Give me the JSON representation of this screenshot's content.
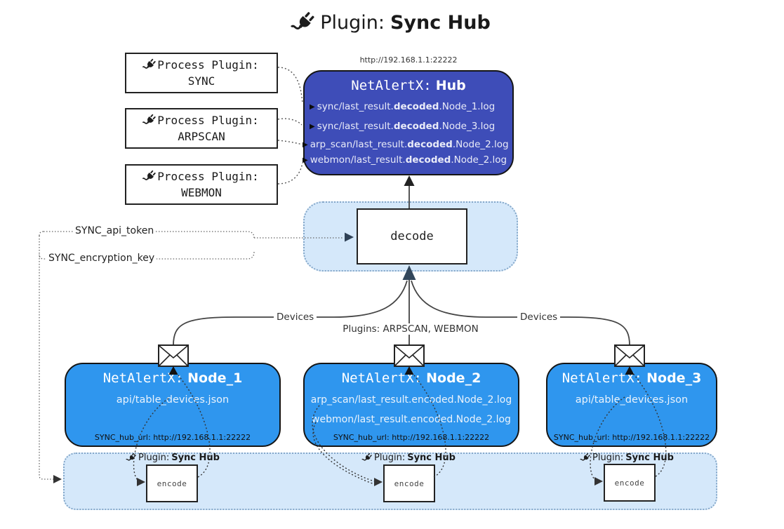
{
  "title": {
    "prefix": "Plugin:",
    "name": "Sync Hub"
  },
  "hub": {
    "url": "http://192.168.1.1:22222",
    "title_prefix": "NetAlertX:",
    "title_name": "Hub",
    "logs": [
      {
        "pre": "sync/last_result.",
        "bold": "decoded",
        "post": ".Node_1.log"
      },
      {
        "pre": "sync/last_result.",
        "bold": "decoded",
        "post": ".Node_3.log"
      },
      {
        "pre": "arp_scan/last_result.",
        "bold": "decoded",
        "post": ".Node_2.log"
      },
      {
        "pre": "webmon/last_result.",
        "bold": "decoded",
        "post": ".Node_2.log"
      }
    ]
  },
  "process_plugins": [
    {
      "label": "Process Plugin:",
      "name": "SYNC"
    },
    {
      "label": "Process Plugin:",
      "name": "ARPSCAN"
    },
    {
      "label": "Process Plugin:",
      "name": "WEBMON"
    }
  ],
  "decode": {
    "label": "decode"
  },
  "tokens": {
    "api_token": "SYNC_api_token",
    "encryption_key": "SYNC_encryption_key"
  },
  "edges": {
    "devices_left": "Devices",
    "devices_right": "Devices",
    "plugins_mid": "Plugins: ARPSCAN, WEBMON"
  },
  "nodes": [
    {
      "title_prefix": "NetAlertX:",
      "title_name": "Node_1",
      "files": [
        "api/table_devices.json"
      ],
      "hub_url": "SYNC_hub_url: http://192.168.1.1:22222"
    },
    {
      "title_prefix": "NetAlertX:",
      "title_name": "Node_2",
      "files": [
        "arp_scan/last_result.encoded.Node_2.log",
        "webmon/last_result.encoded.Node_2.log"
      ],
      "hub_url": "SYNC_hub_url: http://192.168.1.1:22222"
    },
    {
      "title_prefix": "NetAlertX:",
      "title_name": "Node_3",
      "files": [
        "api/table_devices.json"
      ],
      "hub_url": "SYNC_hub_url: http://192.168.1.1:22222"
    }
  ],
  "encoders": [
    {
      "label_prefix": "Plugin:",
      "label_name": "Sync Hub",
      "box_label": "encode"
    },
    {
      "label_prefix": "Plugin:",
      "label_name": "Sync Hub",
      "box_label": "encode"
    },
    {
      "label_prefix": "Plugin:",
      "label_name": "Sync Hub",
      "box_label": "encode"
    }
  ],
  "colors": {
    "hub_bg": "#3E4DB8",
    "node_bg": "#2F96EE",
    "panel_bg": "#D5E8FA",
    "panel_border": "#84A7C9",
    "line": "#444444"
  }
}
